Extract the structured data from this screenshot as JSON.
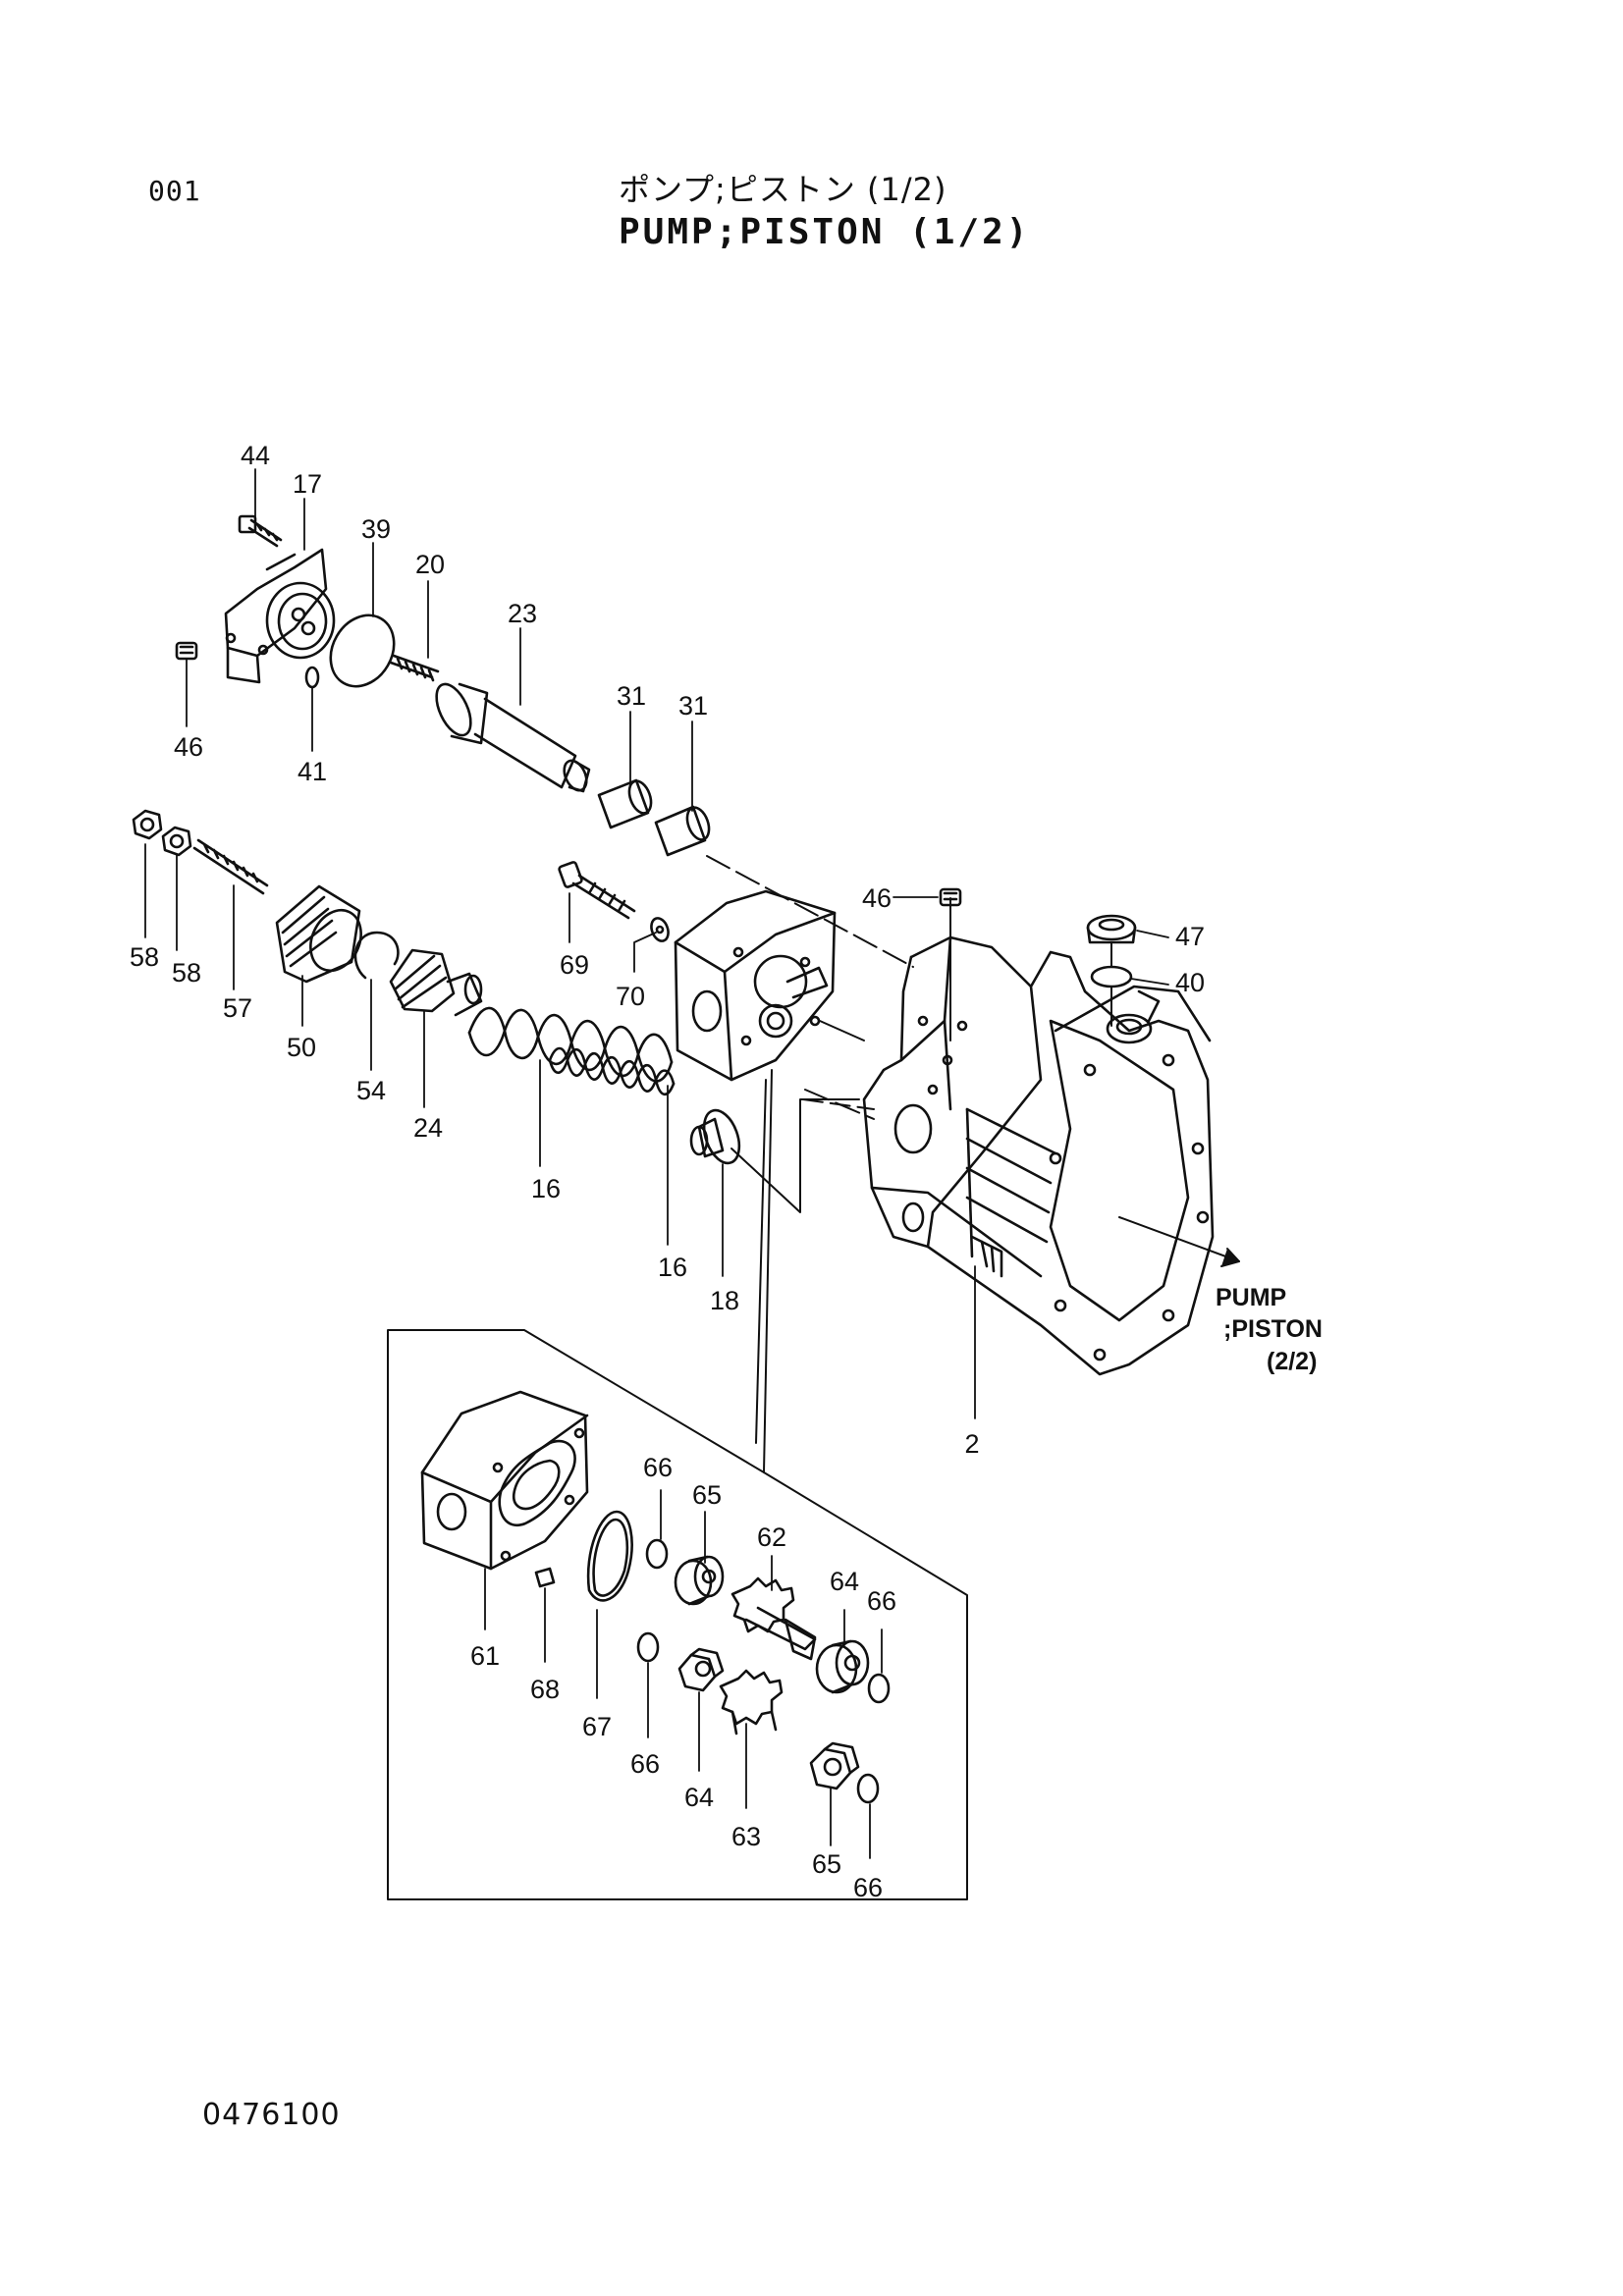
{
  "header": {
    "page_number": "001",
    "title_jp": "ポンプ;ピストン (1/2)",
    "title_en": "PUMP;PISTON (1/2)"
  },
  "footer": {
    "drawing_code": "0476100"
  },
  "continuation_note": {
    "line1": "PUMP",
    "line2": ";PISTON",
    "line3": "(2/2)"
  },
  "callouts": [
    {
      "id": "c44",
      "label": "44"
    },
    {
      "id": "c17",
      "label": "17"
    },
    {
      "id": "c39",
      "label": "39"
    },
    {
      "id": "c20",
      "label": "20"
    },
    {
      "id": "c23",
      "label": "23"
    },
    {
      "id": "c31a",
      "label": "31"
    },
    {
      "id": "c31b",
      "label": "31"
    },
    {
      "id": "c46a",
      "label": "46"
    },
    {
      "id": "c41",
      "label": "41"
    },
    {
      "id": "c58a",
      "label": "58"
    },
    {
      "id": "c58b",
      "label": "58"
    },
    {
      "id": "c57",
      "label": "57"
    },
    {
      "id": "c50",
      "label": "50"
    },
    {
      "id": "c54",
      "label": "54"
    },
    {
      "id": "c24",
      "label": "24"
    },
    {
      "id": "c69",
      "label": "69"
    },
    {
      "id": "c70",
      "label": "70"
    },
    {
      "id": "c16a",
      "label": "16"
    },
    {
      "id": "c16b",
      "label": "16"
    },
    {
      "id": "c18",
      "label": "18"
    },
    {
      "id": "c46b",
      "label": "46"
    },
    {
      "id": "c47",
      "label": "47"
    },
    {
      "id": "c40",
      "label": "40"
    },
    {
      "id": "c2",
      "label": "2"
    },
    {
      "id": "c66a",
      "label": "66"
    },
    {
      "id": "c65a",
      "label": "65"
    },
    {
      "id": "c62",
      "label": "62"
    },
    {
      "id": "c64a",
      "label": "64"
    },
    {
      "id": "c66b",
      "label": "66"
    },
    {
      "id": "c61",
      "label": "61"
    },
    {
      "id": "c68",
      "label": "68"
    },
    {
      "id": "c67",
      "label": "67"
    },
    {
      "id": "c66c",
      "label": "66"
    },
    {
      "id": "c64b",
      "label": "64"
    },
    {
      "id": "c63",
      "label": "63"
    },
    {
      "id": "c65b",
      "label": "65"
    },
    {
      "id": "c66d",
      "label": "66"
    }
  ]
}
